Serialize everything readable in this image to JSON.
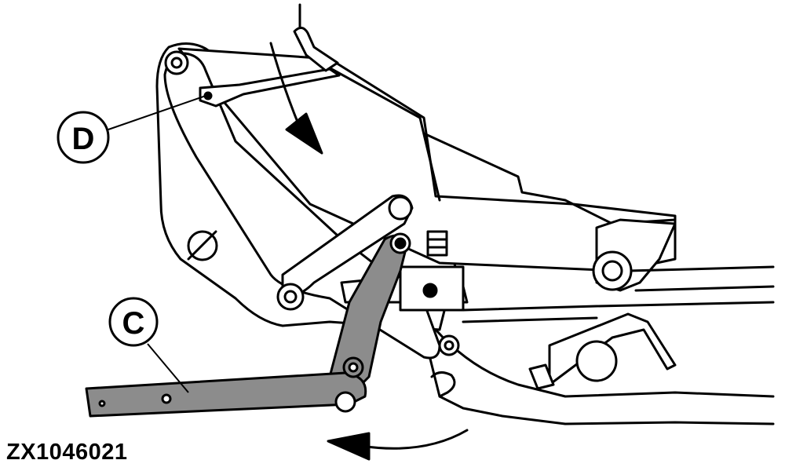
{
  "callouts": {
    "c": "C",
    "d": "D"
  },
  "figure_id": "ZX1046021",
  "colors": {
    "line": "#000000",
    "highlight": "#8c8c8c",
    "background": "#ffffff"
  }
}
